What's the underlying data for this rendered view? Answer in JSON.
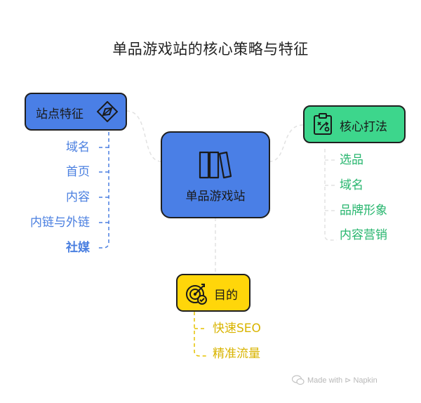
{
  "title": "单品游戏站的核心策略与特征",
  "center": {
    "label": "单品游戏站",
    "icon": "book-columns-icon",
    "color": "#4a7fe6"
  },
  "features": {
    "label": "站点特征",
    "icon": "compass-icon",
    "color": "#4a7fe6",
    "items": [
      "域名",
      "首页",
      "内容",
      "内链与外链",
      "社媒"
    ]
  },
  "tactics": {
    "label": "核心打法",
    "icon": "clipboard-strategy-icon",
    "color": "#3dd68c",
    "items": [
      "选品",
      "域名",
      "品牌形象",
      "内容营销"
    ]
  },
  "goal": {
    "label": "目的",
    "icon": "target-check-icon",
    "color": "#ffd60a",
    "items": [
      "快速SEO",
      "精准流量"
    ]
  },
  "watermark": {
    "text": "Made with ⊳ Napkin",
    "icon": "wechat-logo-icon"
  }
}
